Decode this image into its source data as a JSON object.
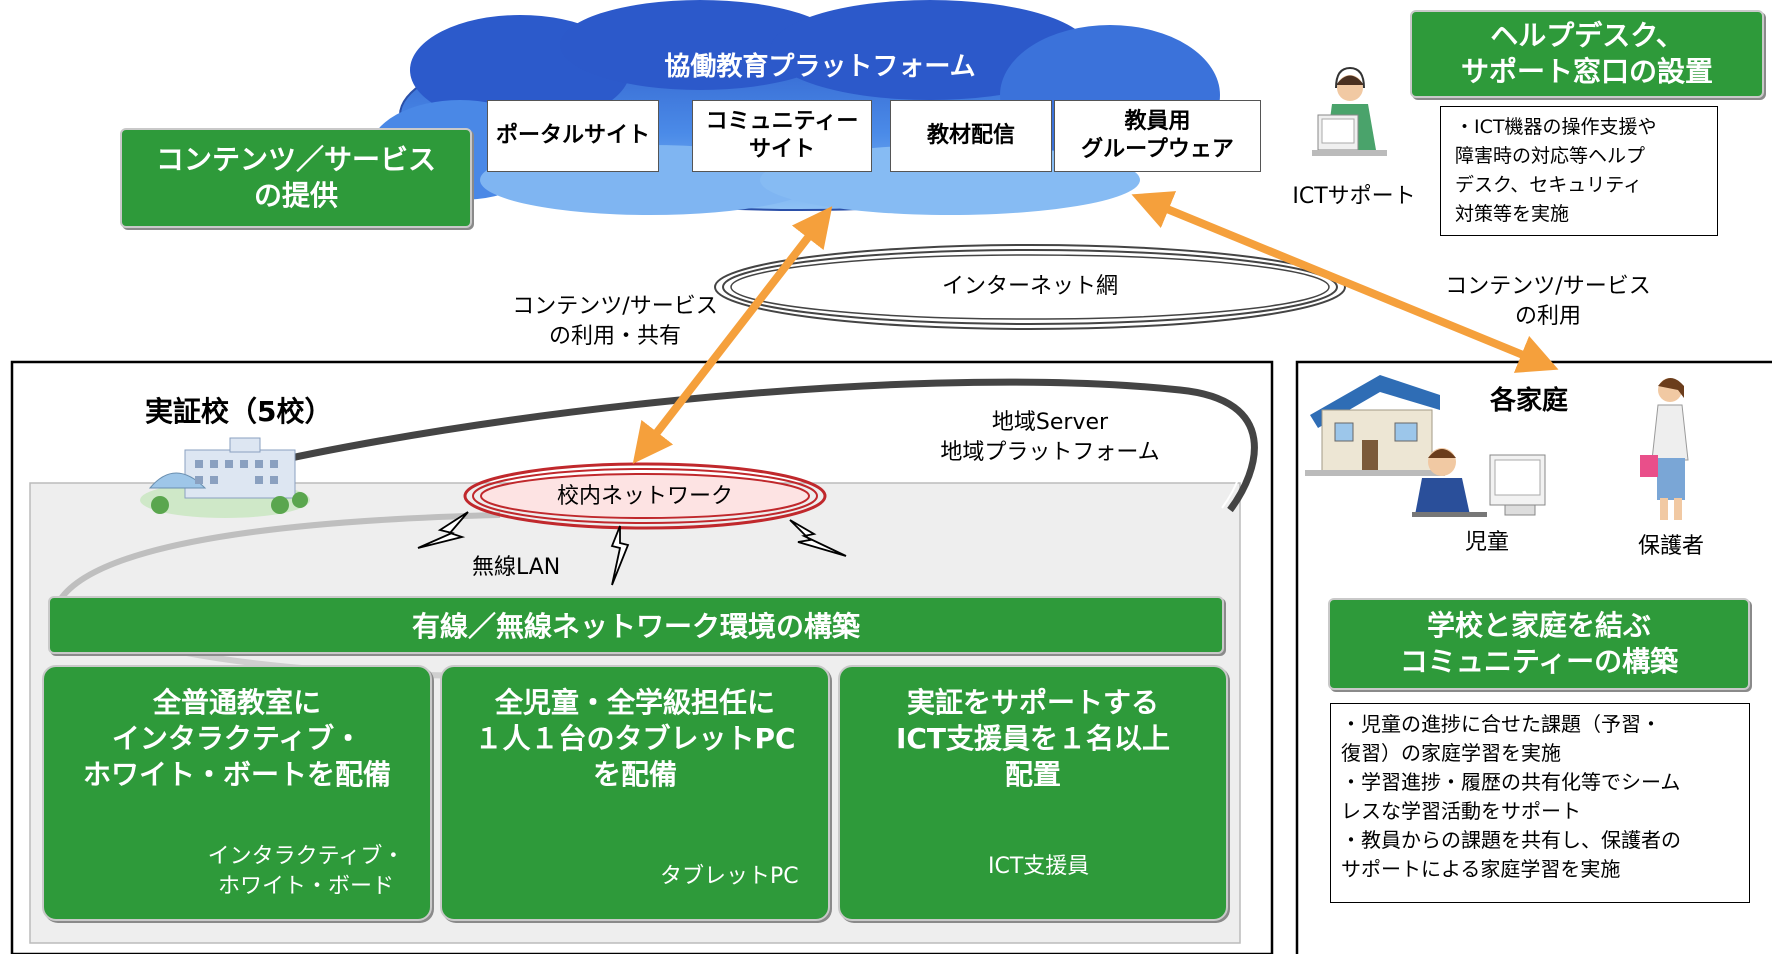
{
  "platform": {
    "title": "協働教育プラットフォーム",
    "services": [
      "ポータルサイト",
      "コミュニティー\nサイト",
      "教材配信",
      "教員用\nグループウェア"
    ]
  },
  "contents_box": "コンテンツ／サービス\nの提供",
  "helpdesk": {
    "title": "ヘルプデスク、\nサポート窓口の設置",
    "note": "・ICT機器の操作支援や\n障害時の対応等ヘルプ\nデスク、セキュリティ\n対策等を実施",
    "person_label": "ICTサポート"
  },
  "internet": "インターネット網",
  "school_use_label": "コンテンツ/サービス\nの利用・共有",
  "home_use_label": "コンテンツ/サービス\nの利用",
  "school": {
    "title": "実証校（5校）",
    "region_label": "地域Server\n地域プラットフォーム",
    "lan": "校内ネットワーク",
    "wireless": "無線LAN",
    "network_banner": "有線／無線ネットワーク環境の構築",
    "boxes": [
      {
        "title": "全普通教室に\nインタラクティブ・\nホワイト・ボートを配備",
        "caption": "インタラクティブ・\nホワイト・ボード"
      },
      {
        "title": "全児童・全学級担任に\n１人１台のタブレットPC\nを配備",
        "caption": "タブレットPC"
      },
      {
        "title": "実証をサポートする\nICT支援員を１名以上\n配置",
        "caption": "ICT支援員"
      }
    ]
  },
  "home": {
    "title": "各家庭",
    "child": "児童",
    "guardian": "保護者",
    "community_title": "学校と家庭を結ぶ\nコミュニティーの構築",
    "note": "・児童の進捗に合せた課題（予習・\n復習）の家庭学習を実施\n・学習進捗・履歴の共有化等でシーム\nレスな学習活動をサポート\n・教員からの課題を共有し、保護者の\nサポートによる家庭学習を実施"
  },
  "colors": {
    "green": "#2e9a3a",
    "cloud": "#2f5fd0",
    "arrow": "#f5a03c",
    "lan": "#c0282c"
  }
}
